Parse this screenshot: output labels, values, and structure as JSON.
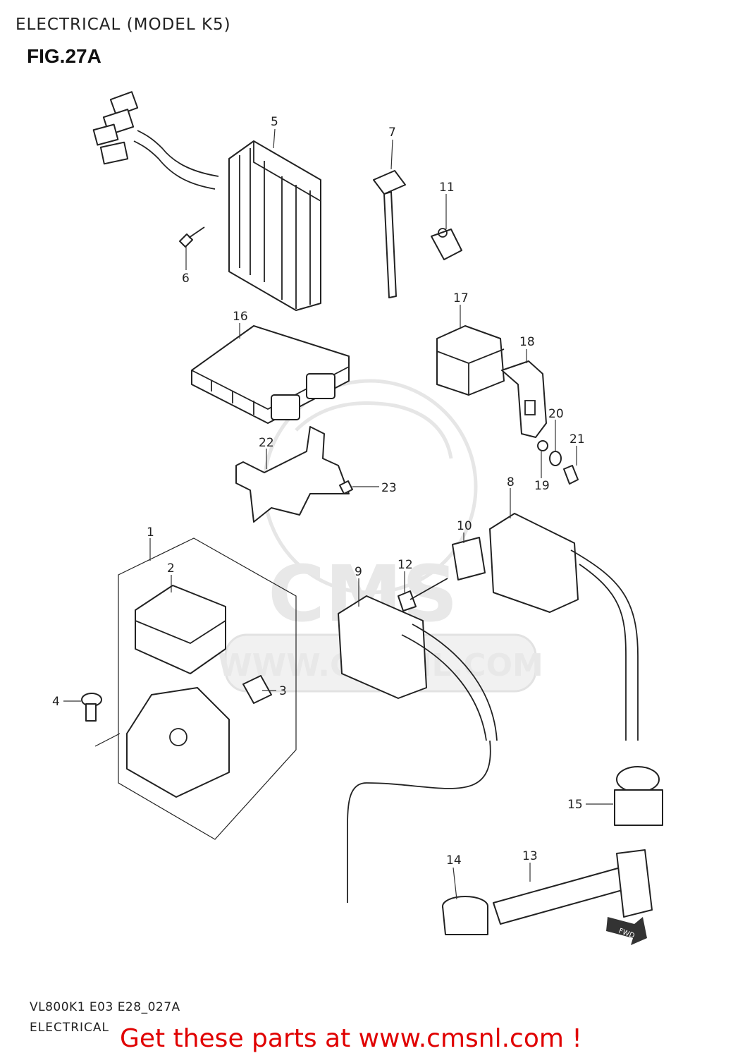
{
  "header": {
    "title": "ELECTRICAL (MODEL K5)",
    "figure": "FIG.27A"
  },
  "footer": {
    "model_ref": "VL800K1 E03 E28_027A",
    "section": "ELECTRICAL",
    "promo": "Get these parts at www.cmsnl.com !"
  },
  "watermark": {
    "brand": "CMS",
    "url": "WWW.CMSNL.COM"
  },
  "direction_tag": "FWD",
  "callouts": [
    "1",
    "2",
    "3",
    "4",
    "5",
    "6",
    "7",
    "8",
    "9",
    "10",
    "11",
    "12",
    "13",
    "14",
    "15",
    "16",
    "17",
    "18",
    "19",
    "20",
    "21",
    "22",
    "23"
  ]
}
